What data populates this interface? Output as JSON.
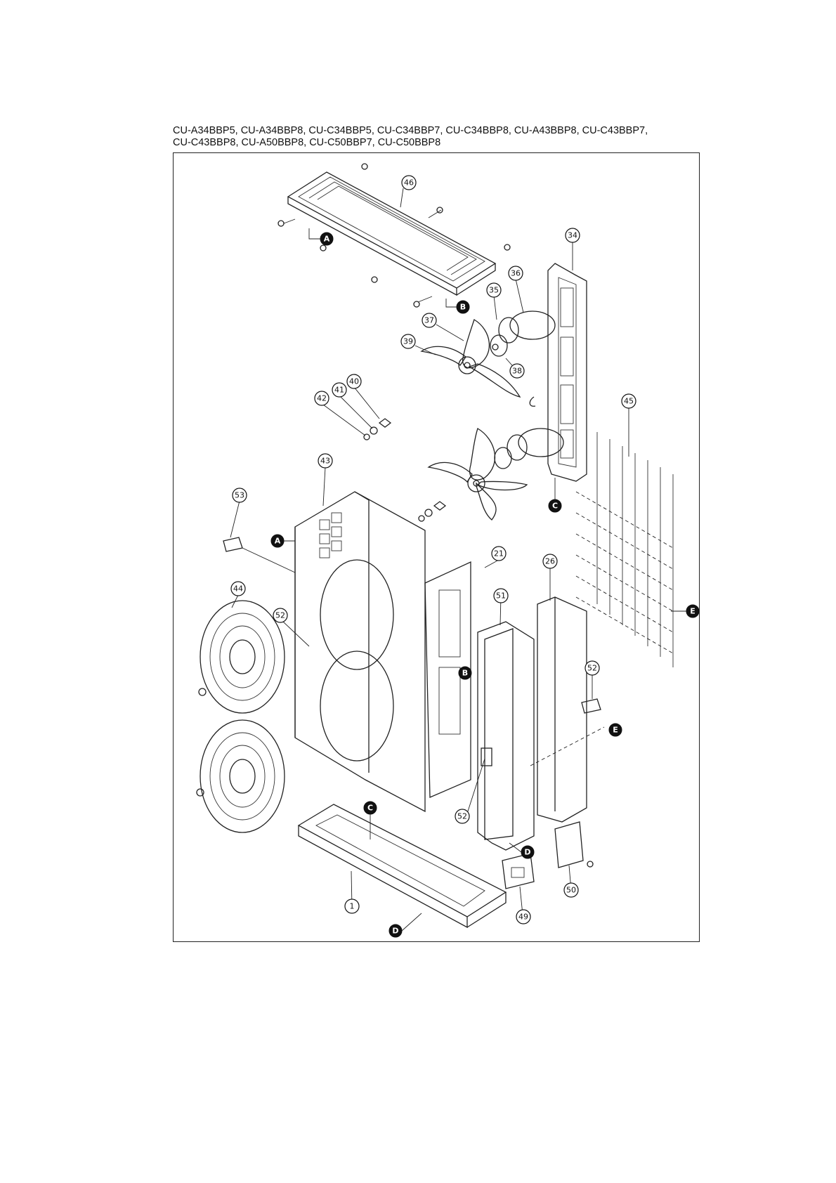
{
  "caption": {
    "line1": "CU-A34BBP5, CU-A34BBP8, CU-C34BBP5, CU-C34BBP7, CU-C34BBP8, CU-A43BBP8, CU-C43BBP7,",
    "line2": "CU-C43BBP8, CU-A50BBP8, CU-C50BBP7, CU-C50BBP8"
  },
  "callouts": {
    "c46": "46",
    "c34": "34",
    "c36": "36",
    "c35": "35",
    "c37": "37",
    "c39": "39",
    "c38": "38",
    "c40": "40",
    "c41": "41",
    "c42": "42",
    "c45": "45",
    "c43": "43",
    "c53": "53",
    "c44": "44",
    "c52a": "52",
    "c21": "21",
    "c26": "26",
    "c51": "51",
    "c52b": "52",
    "c52c": "52",
    "c1": "1",
    "c49": "49",
    "c50": "50"
  },
  "refs": {
    "rA1": "A",
    "rA2": "A",
    "rB1": "B",
    "rB2": "B",
    "rC1": "C",
    "rC2": "C",
    "rD1": "D",
    "rD2": "D",
    "rE1": "E",
    "rE2": "E"
  }
}
